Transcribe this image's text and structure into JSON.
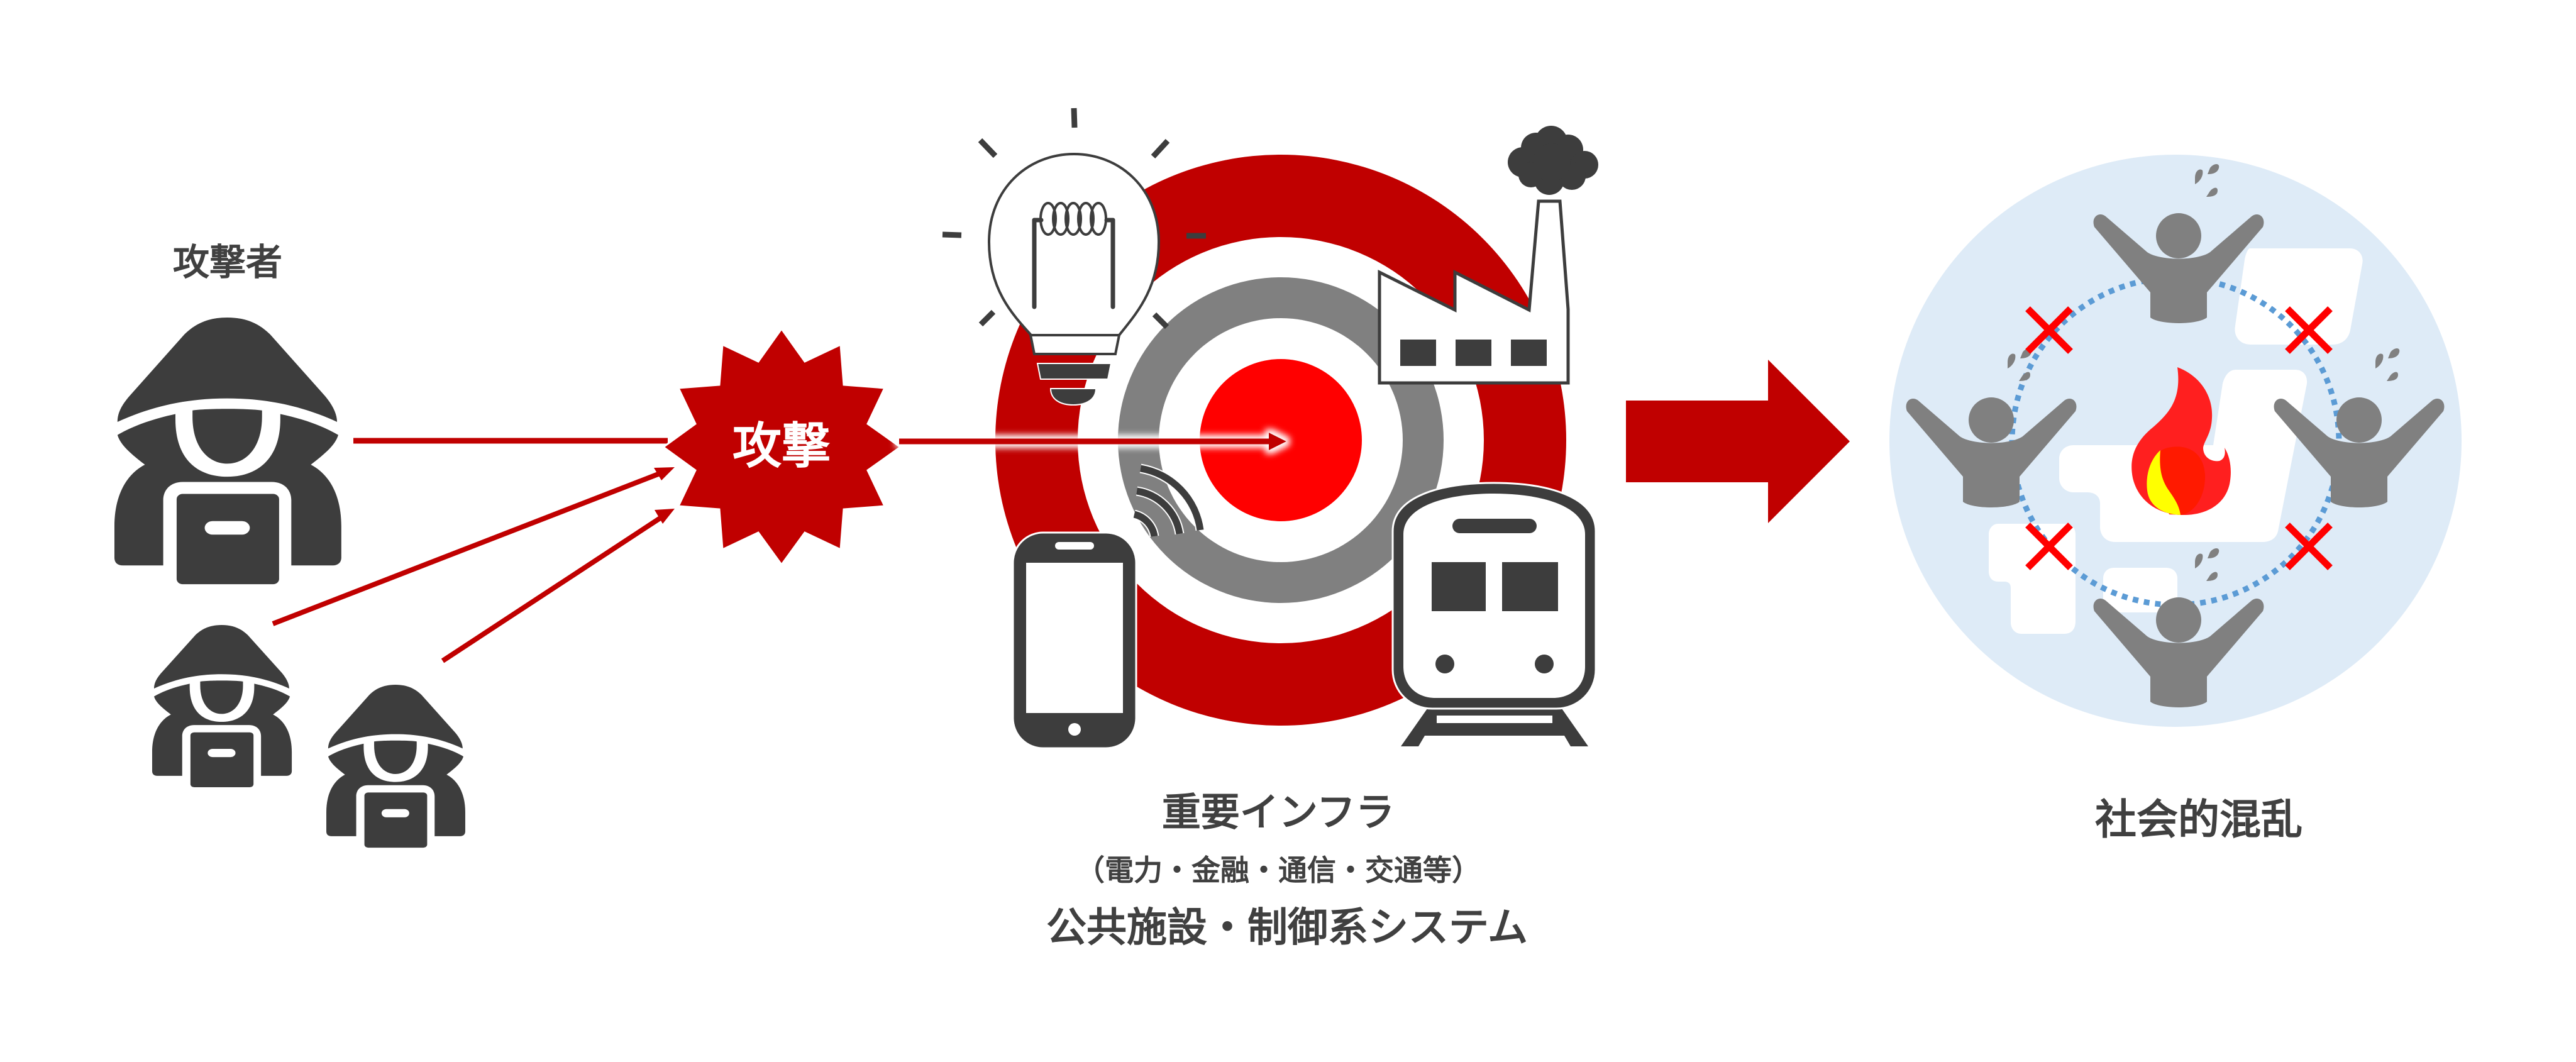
{
  "colors": {
    "dark_red": "#c00000",
    "bright_red": "#ff0000",
    "ring_gray": "#808080",
    "icon_dark": "#3d3d3d",
    "text": "#404040",
    "society_bg": "#deebf7",
    "dotted_link": "#5b9bd5",
    "x_mark": "#ff0000",
    "flame_outer": "#ff1f1f",
    "flame_inner": "#ff1a00",
    "flame_core": "#ffff00"
  },
  "attackers": {
    "label": "攻撃者",
    "count": 3,
    "icon": "hooded-hacker-with-laptop-icon"
  },
  "attack_burst": {
    "label": "攻撃",
    "icon": "starburst-icon"
  },
  "target": {
    "icon": "bullseye-target-icon",
    "icons": [
      "light-bulb-icon",
      "factory-icon",
      "smartphone-icon",
      "train-icon"
    ],
    "title": "重要インフラ",
    "subtitle": "（電力・金融・通信・交通等）",
    "title2": "公共施設・制御系システム"
  },
  "result_arrow": {
    "icon": "right-arrow-icon"
  },
  "society": {
    "label": "社会的混乱",
    "icons": [
      "japan-map-icon",
      "fire-icon",
      "panicking-person-icon",
      "broken-link-x-icon"
    ],
    "people_count": 4,
    "broken_links": 4
  }
}
